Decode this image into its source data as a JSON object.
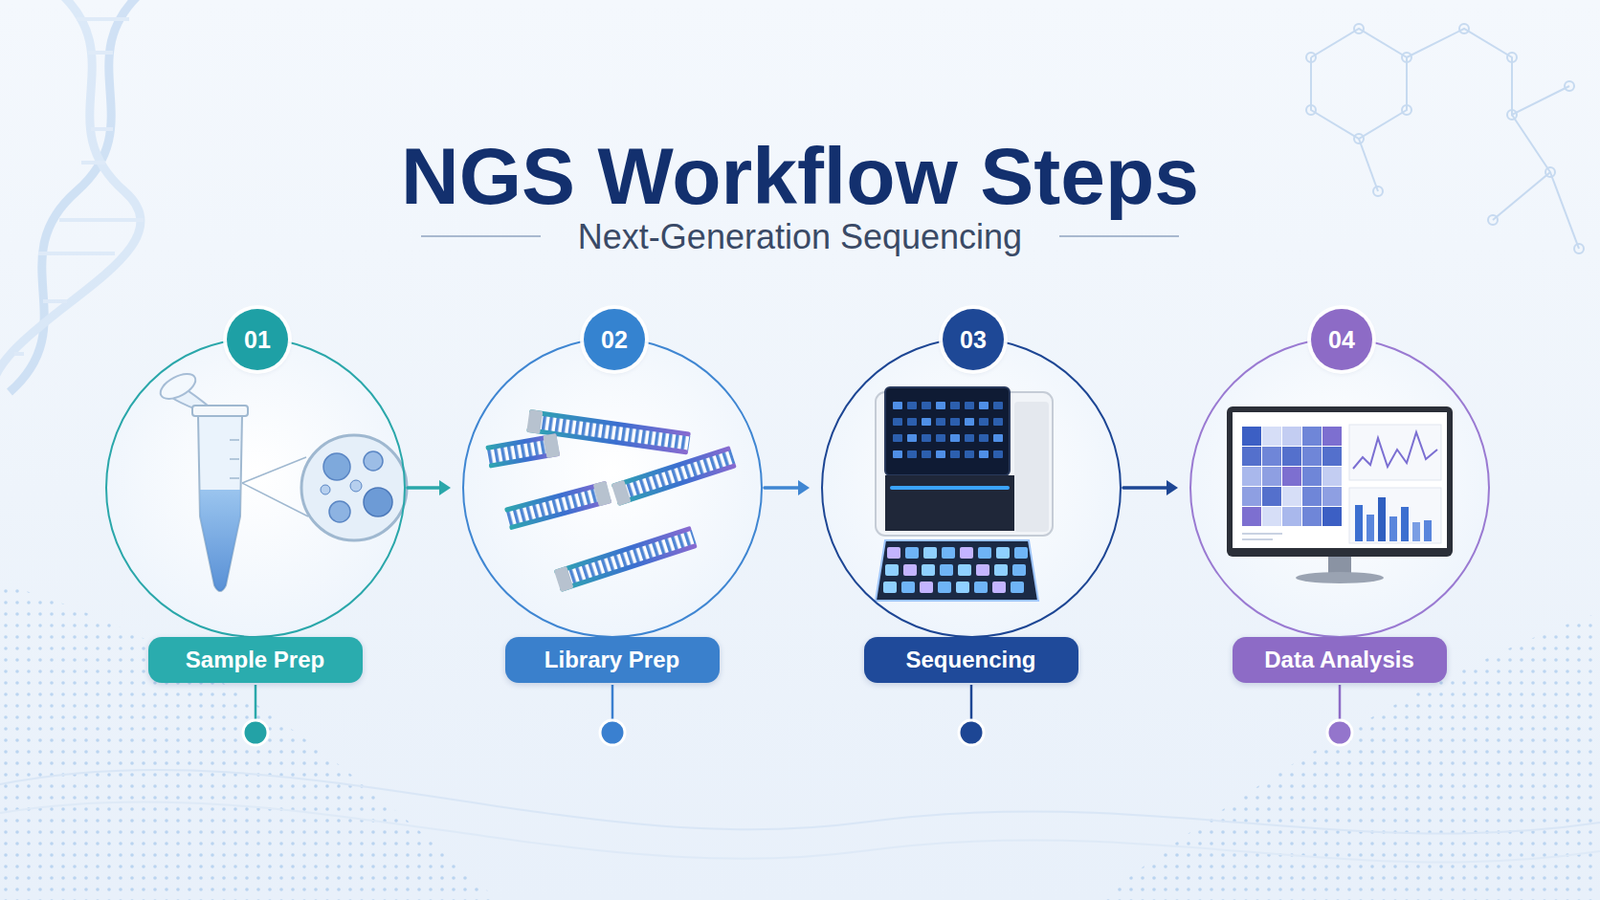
{
  "diagram": {
    "title": "NGS Workflow Steps",
    "nodes": [
      {
        "text": [
          "01",
          "Sample Prep"
        ]
      },
      {
        "text": [
          "02",
          "Library Prep"
        ]
      },
      {
        "text": [
          "03",
          "Sequencing"
        ]
      },
      {
        "text": [
          "04",
          "Data Analysis"
        ]
      }
    ],
    "edges": [
      {
        "from": 0,
        "to": 1,
        "arrow": "to"
      },
      {
        "from": 1,
        "to": 2,
        "arrow": "to"
      },
      {
        "from": 2,
        "to": 3,
        "arrow": "to"
      }
    ],
    "labels": [
      "Next-Generation Sequencing"
    ]
  }
}
